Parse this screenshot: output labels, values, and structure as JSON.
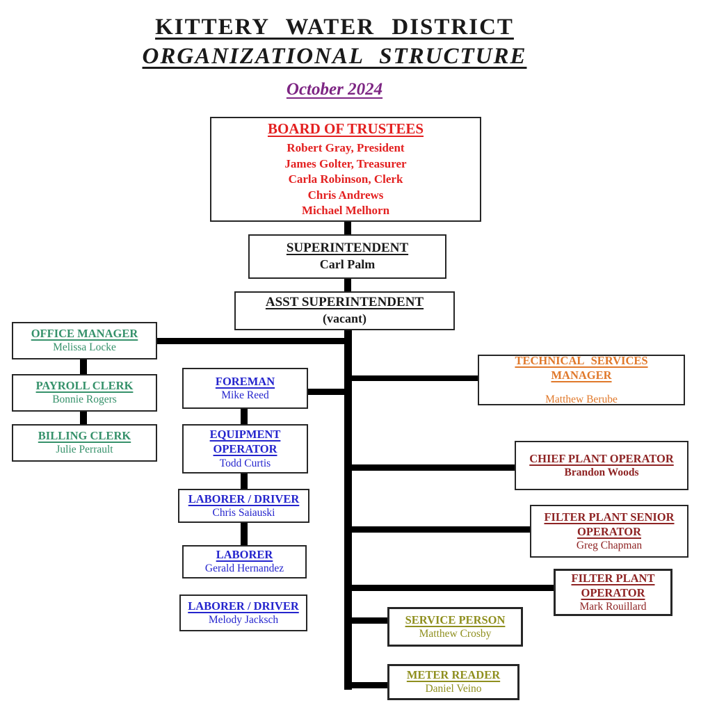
{
  "header": {
    "title_line1": "KITTERY WATER DISTRICT",
    "title_line2": "ORGANIZATIONAL STRUCTURE",
    "date": "October 2024"
  },
  "colors": {
    "board_red": "#e32020",
    "black": "#1a1a1a",
    "office_green": "#35916a",
    "field_blue": "#2424cd",
    "tech_orange": "#e0782a",
    "plant_dark_red": "#8e2323",
    "service_olive": "#8f8f1e",
    "date_purple": "#7d2583",
    "connector_black": "#000000"
  },
  "nodes": {
    "board": {
      "title": "BOARD OF TRUSTEES",
      "members": [
        "Robert Gray, President",
        "James Golter, Treasurer",
        "Carla Robinson, Clerk",
        "Chris Andrews",
        "Michael Melhorn"
      ]
    },
    "superintendent": {
      "title": "SUPERINTENDENT",
      "name": "Carl Palm"
    },
    "asst_superintendent": {
      "title": "ASST SUPERINTENDENT",
      "name": "(vacant)"
    },
    "office_manager": {
      "title": "OFFICE MANAGER",
      "name": "Melissa Locke"
    },
    "payroll_clerk": {
      "title": "PAYROLL CLERK",
      "name": "Bonnie Rogers"
    },
    "billing_clerk": {
      "title": "BILLING CLERK",
      "name": "Julie Perrault"
    },
    "foreman": {
      "title": "FOREMAN",
      "name": "Mike Reed"
    },
    "equipment_operator": {
      "title": "EQUIPMENT OPERATOR",
      "name": "Todd Curtis"
    },
    "laborer_driver_1": {
      "title": "LABORER / DRIVER",
      "name": "Chris Saiauski"
    },
    "laborer": {
      "title": "LABORER",
      "name": "Gerald Hernandez"
    },
    "laborer_driver_2": {
      "title": "LABORER / DRIVER",
      "name": "Melody Jacksch"
    },
    "tech_services_manager": {
      "title": "TECHNICAL SERVICES MANAGER",
      "name": "Matthew Berube"
    },
    "chief_plant_operator": {
      "title": "CHIEF PLANT OPERATOR",
      "name": "Brandon Woods"
    },
    "filter_plant_senior_operator": {
      "title": "FILTER PLANT SENIOR OPERATOR",
      "name": "Greg Chapman"
    },
    "filter_plant_operator": {
      "title": "FILTER PLANT OPERATOR",
      "name": "Mark Rouillard"
    },
    "service_person": {
      "title": "SERVICE PERSON",
      "name": "Matthew Crosby"
    },
    "meter_reader": {
      "title": "METER READER",
      "name": "Daniel Veino"
    }
  }
}
